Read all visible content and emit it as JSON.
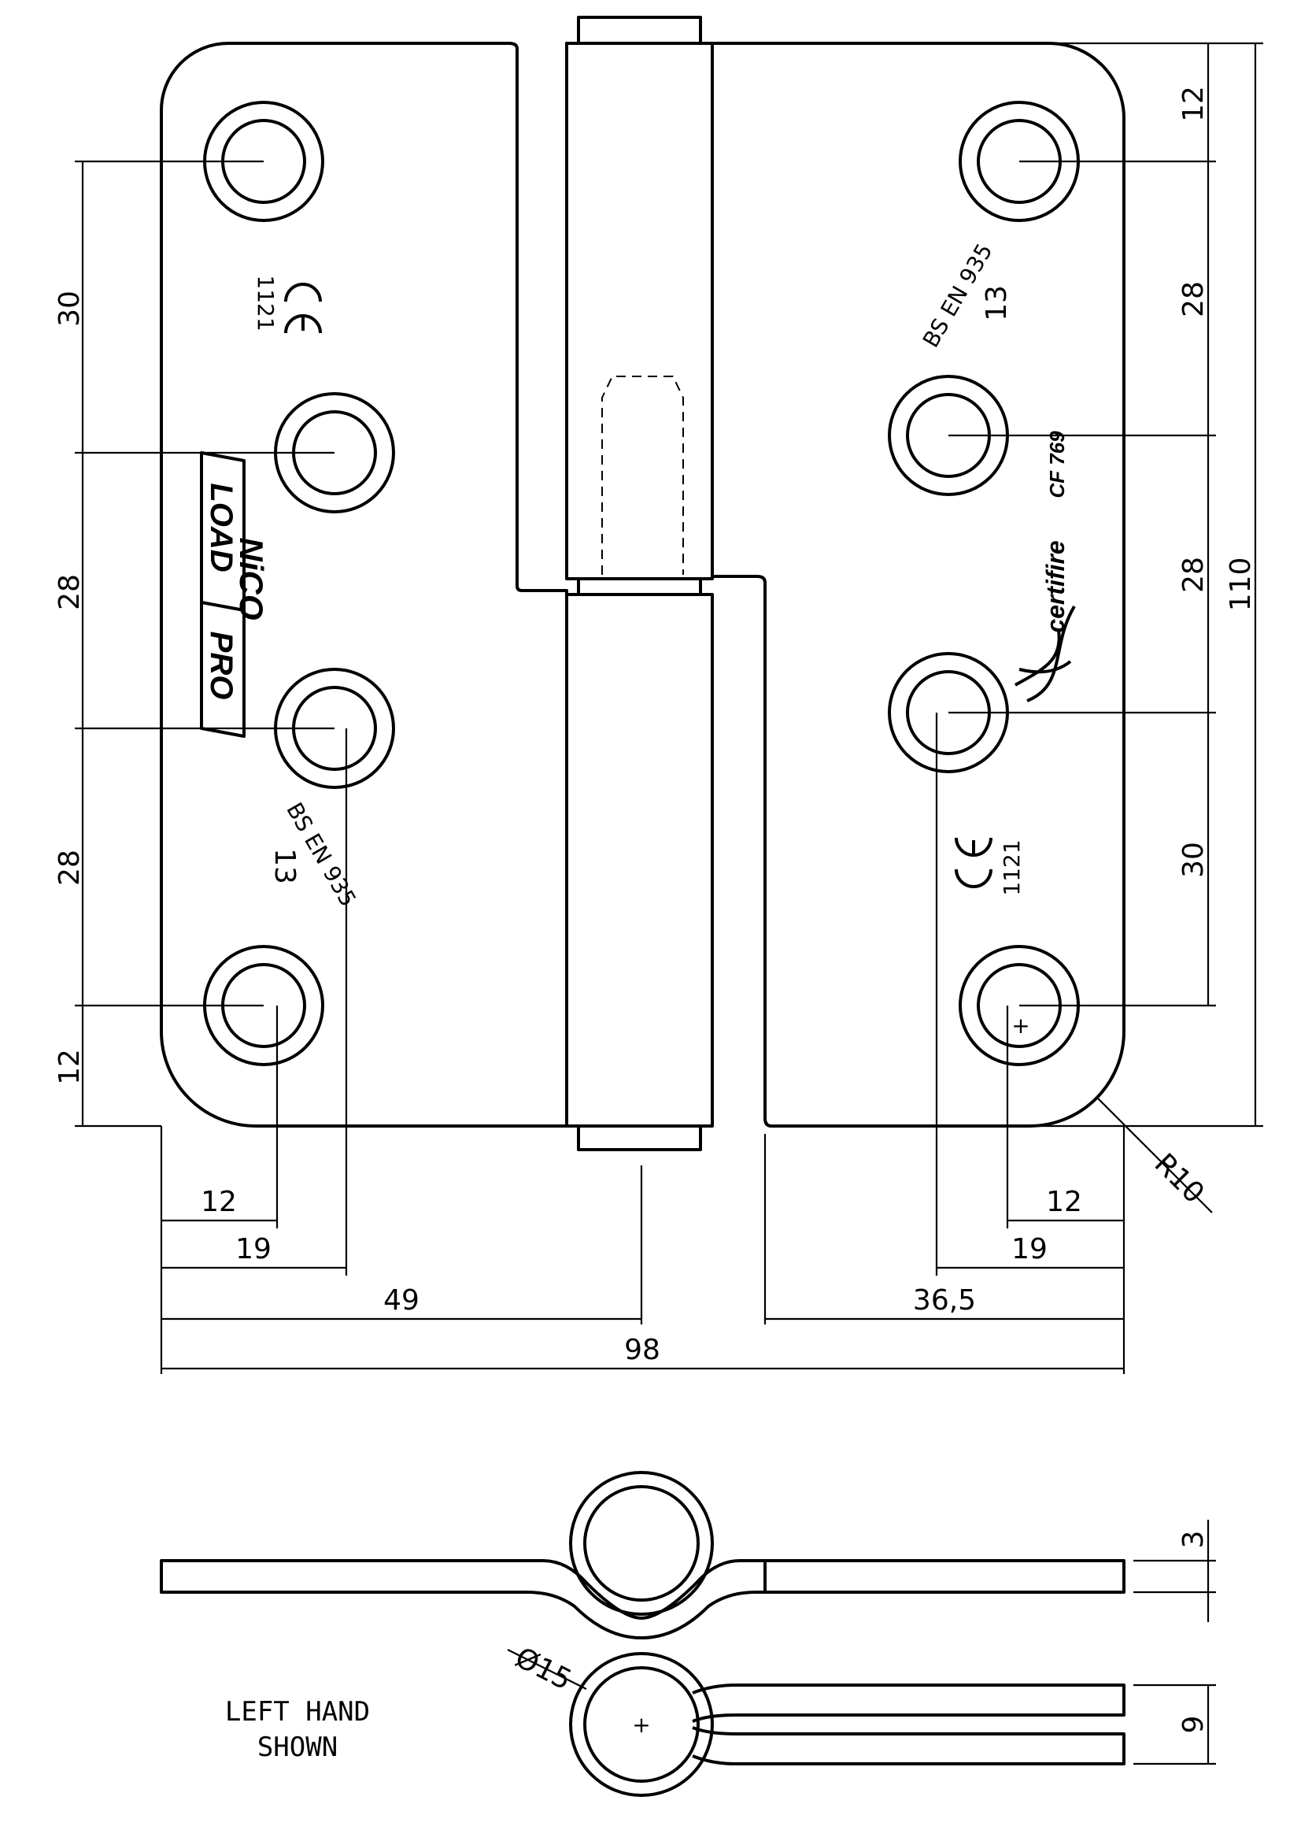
{
  "dimensions": {
    "left_v_top": "30",
    "left_v_mid": "28",
    "left_v_low": "28",
    "left_v_bottom": "12",
    "right_v_top": "12",
    "right_v_mid1": "28",
    "right_v_mid2": "28",
    "right_v_low": "30",
    "overall_height": "110",
    "bottom_12_left": "12",
    "bottom_19_left": "19",
    "bottom_49": "49",
    "bottom_98": "98",
    "bottom_12_right": "12",
    "bottom_19_right": "19",
    "bottom_36_5": "36,5",
    "radius": "R10",
    "thickness": "3",
    "closed_gap": "9",
    "knuckle_dia": "Ø15"
  },
  "markings": {
    "ce_number_left": "1121",
    "ce_number_right": "1121",
    "bs_en_left": "BS EN 935",
    "grade_left": "13",
    "bs_en_right": "BS EN 935",
    "grade_right": "13",
    "cf_code": "CF 769",
    "certifire": "certifire",
    "brand_nico": "NiCO",
    "brand_load": "LOAD",
    "brand_pro": "PRO"
  },
  "notes": {
    "line1": "LEFT HAND",
    "line2": "SHOWN"
  }
}
